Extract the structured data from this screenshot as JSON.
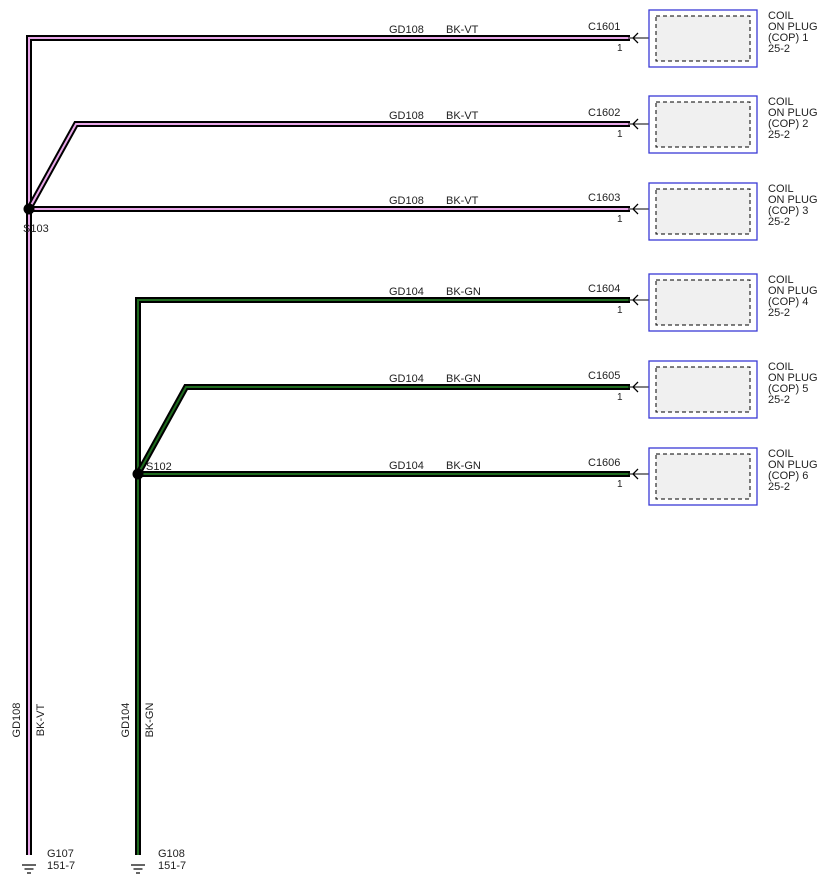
{
  "colors": {
    "wire_black": "#000000",
    "stripe_violet": "#e8a6e8",
    "stripe_green": "#1f6b1f",
    "component_border": "#3a3ad6",
    "component_fill": "#f0f0f0"
  },
  "circuits": [
    {
      "id": "gd108",
      "circuit": "GD108",
      "color_code": "BK-VT",
      "splice": "S103",
      "ground": {
        "name": "G107",
        "ref": "151-7"
      },
      "branches": [
        {
          "connector": "C1601",
          "pin": "1",
          "component": [
            "COIL",
            "ON PLUG",
            "(COP) 1",
            "25-2"
          ]
        },
        {
          "connector": "C1602",
          "pin": "1",
          "component": [
            "COIL",
            "ON PLUG",
            "(COP) 2",
            "25-2"
          ]
        },
        {
          "connector": "C1603",
          "pin": "1",
          "component": [
            "COIL",
            "ON PLUG",
            "(COP) 3",
            "25-2"
          ]
        }
      ]
    },
    {
      "id": "gd104",
      "circuit": "GD104",
      "color_code": "BK-GN",
      "splice": "S102",
      "ground": {
        "name": "G108",
        "ref": "151-7"
      },
      "branches": [
        {
          "connector": "C1604",
          "pin": "1",
          "component": [
            "COIL",
            "ON PLUG",
            "(COP) 4",
            "25-2"
          ]
        },
        {
          "connector": "C1605",
          "pin": "1",
          "component": [
            "COIL",
            "ON PLUG",
            "(COP) 5",
            "25-2"
          ]
        },
        {
          "connector": "C1606",
          "pin": "1",
          "component": [
            "COIL",
            "ON PLUG",
            "(COP) 6",
            "25-2"
          ]
        }
      ]
    }
  ]
}
